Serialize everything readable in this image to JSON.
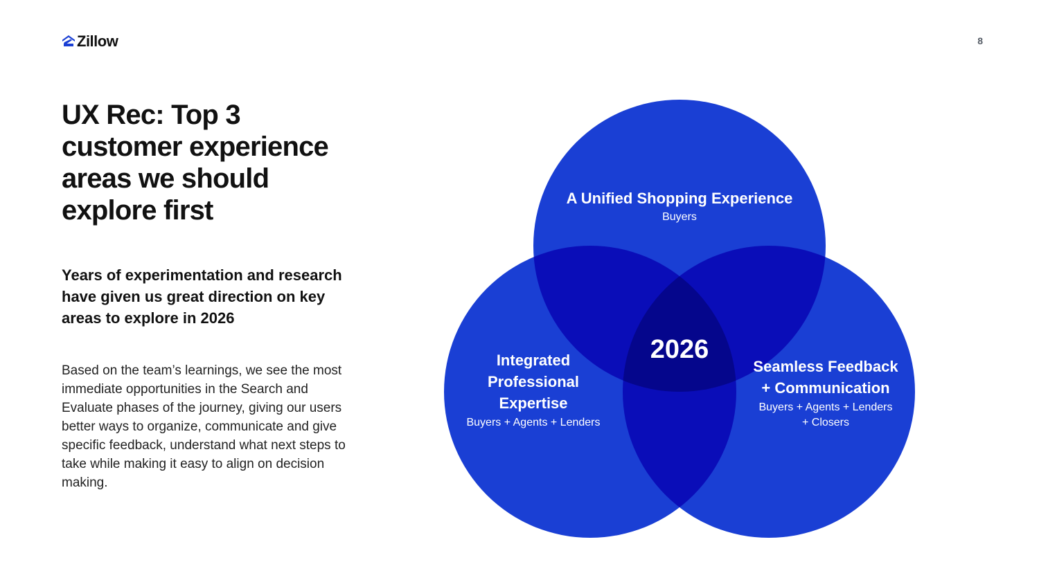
{
  "header": {
    "logo_text": "Zillow",
    "page_number": "8"
  },
  "title": "UX Rec: Top 3 customer experience areas we should explore first",
  "subtitle": "Years of experimentation and research have given us great direction on key areas to explore in 2026",
  "body": "Based on the team’s learnings, we see the most immediate opportunities in the Search and Evaluate phases of the journey, giving our users better ways to organize, communicate and give specific feedback, understand what next steps to take while making it easy to align on decision making.",
  "diagram": {
    "center_label": "2026",
    "circles": [
      {
        "label": "A Unified Shopping Experience",
        "audience": "Buyers"
      },
      {
        "label_lines": [
          "Integrated",
          "Professional",
          "Expertise"
        ],
        "audience": "Buyers + Agents + Lenders"
      },
      {
        "label_lines": [
          "Seamless Feedback",
          "+ Communication"
        ],
        "audience_lines": [
          "Buyers + Agents + Lenders",
          "+ Closers"
        ]
      }
    ],
    "colors": {
      "circle": "#1a3fd4",
      "pair_overlap": "#0a0db8",
      "triple_overlap": "#05068c"
    }
  }
}
